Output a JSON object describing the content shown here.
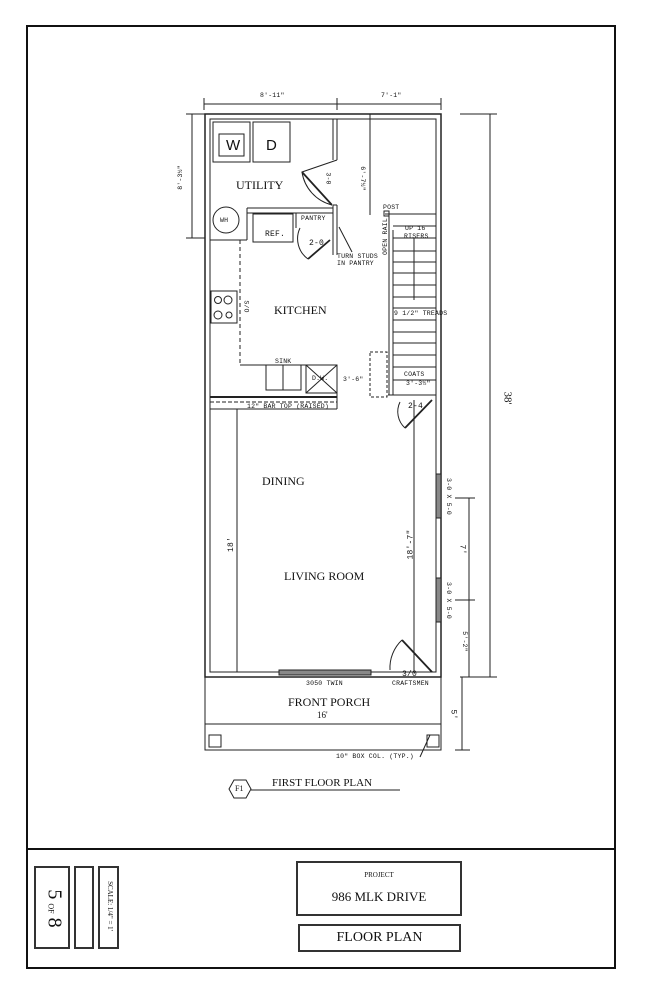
{
  "drawing": {
    "title": "FIRST FLOOR PLAN",
    "tag": "F1",
    "rooms": {
      "utility": "UTILITY",
      "kitchen": "KITCHEN",
      "dining": "DINING",
      "living": "LIVING ROOM",
      "porch": "FRONT PORCH",
      "pantry": "PANTRY"
    },
    "fixtures": {
      "washer": "W",
      "dryer": "D",
      "water_heater": "WH",
      "fridge": "REF.",
      "sink": "SINK",
      "dishwasher": "D.W.",
      "stove": "S/O"
    },
    "notes": {
      "turn_studs": "TURN STUDS",
      "in_pantry": "IN PANTRY",
      "post": "POST",
      "open_rail": "OPEN RAIL",
      "up_risers_1": "UP 16",
      "up_risers_2": "RISERS",
      "treads": "9 1/2\" TREADS",
      "coats": "COATS",
      "bar_top": "12\" BAR TOP (RAISED)",
      "front_window": "3050  TWIN",
      "front_door_1": "3/0",
      "front_door_2": "CRAFTSMEN",
      "box_col": "10\" BOX COL. (TYP.)"
    },
    "doors": {
      "utility_door": "3-0",
      "pantry_door": "2-0",
      "coat_door": "2-4",
      "coats_width": "3'-3½\"",
      "kitchen_opening": "3'-6\""
    },
    "windows": {
      "side_1": "3-0 X 5-0",
      "side_2": "3-0 X 5-0"
    },
    "dimensions": {
      "top_left": "8'-11\"",
      "top_right": "7'-1\"",
      "utility_height": "8'-3½\"",
      "stair_height": "6'-7½\"",
      "overall_depth": "38'",
      "dining_depth": "18'",
      "living_depth": "18'-7\"",
      "window_spacing": "7'",
      "window_offset": "5'-2\"",
      "porch_depth": "5'",
      "porch_width": "16'"
    }
  },
  "title_block": {
    "sheet_number": "5",
    "sheet_of": "OF",
    "sheet_total": "8",
    "scale": "SCALE: 1/4\" = 1'",
    "project_label": "PROJECT",
    "project_name": "986 MLK DRIVE",
    "sheet_title": "FLOOR PLAN"
  }
}
